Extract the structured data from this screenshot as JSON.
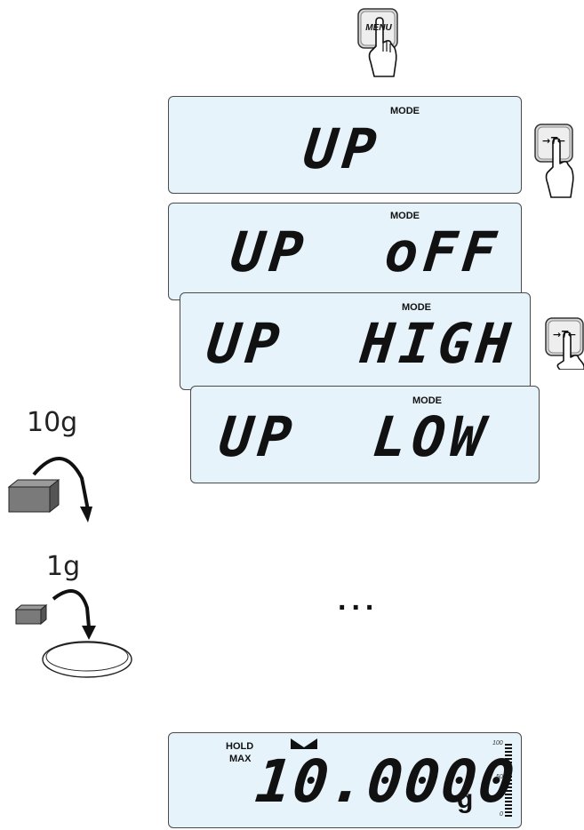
{
  "keys": {
    "menu_label": "MENU",
    "tare_label": "→T←"
  },
  "displays": [
    {
      "mode_label": "MODE",
      "text": "UP"
    },
    {
      "mode_label": "MODE",
      "text": "UP  oFF"
    },
    {
      "mode_label": "MODE",
      "text": "UP  HIGH"
    },
    {
      "mode_label": "MODE",
      "text": "UP  LOW"
    }
  ],
  "weights": {
    "large_label": "10g",
    "small_label": "1g"
  },
  "ellipsis": "...",
  "final_display": {
    "hold_label": "HOLD",
    "max_label": "MAX",
    "reading": "10.0000",
    "unit": "g",
    "bar_top": "100",
    "bar_mid": "50",
    "bar_bottom": "0"
  }
}
